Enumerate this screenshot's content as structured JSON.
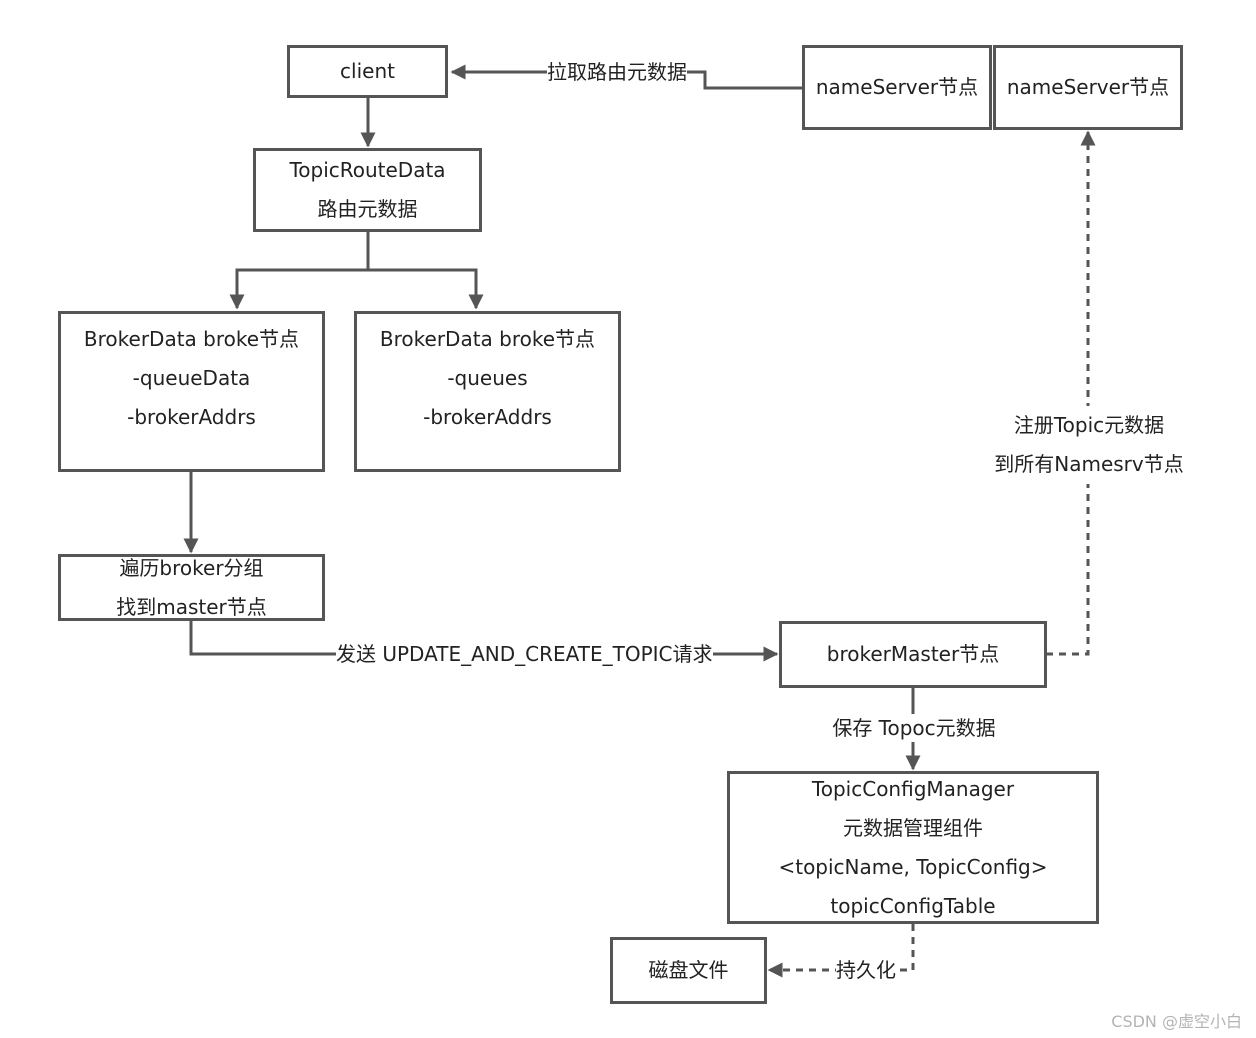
{
  "nodes": {
    "client": {
      "lines": [
        "client"
      ]
    },
    "topic_route_data": {
      "lines": [
        "TopicRouteData",
        "路由元数据"
      ]
    },
    "broker_data_1": {
      "lines": [
        "BrokerData broke节点",
        "-queueData",
        "-brokerAddrs"
      ]
    },
    "broker_data_2": {
      "lines": [
        "BrokerData broke节点",
        "-queues",
        "-brokerAddrs"
      ]
    },
    "traverse": {
      "lines": [
        "遍历broker分组",
        "找到master节点"
      ]
    },
    "nameserver_1": {
      "lines": [
        "nameServer节点"
      ]
    },
    "nameserver_2": {
      "lines": [
        "nameServer节点"
      ]
    },
    "broker_master": {
      "lines": [
        "brokerMaster节点"
      ]
    },
    "topic_config_manager": {
      "lines": [
        "TopicConfigManager",
        "元数据管理组件",
        "<topicName, TopicConfig>",
        "topicConfigTable"
      ]
    },
    "disk_file": {
      "lines": [
        "磁盘文件"
      ]
    }
  },
  "edge_labels": {
    "pull_route": "拉取路由元数据",
    "send_request": "发送 UPDATE_AND_CREATE_TOPIC请求",
    "register_line1": "注册Topic元数据",
    "register_line2": "到所有Namesrv节点",
    "save": "保存 Topoc元数据",
    "persist": "持久化"
  },
  "watermark": "CSDN @虚空小白"
}
